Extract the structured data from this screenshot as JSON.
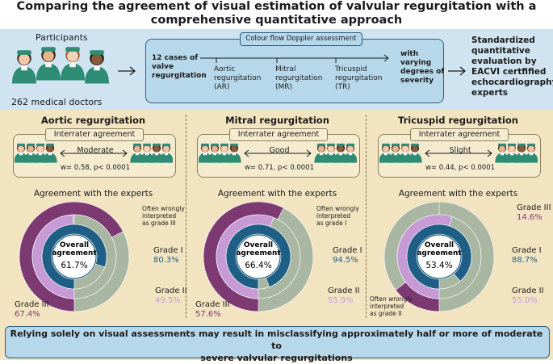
{
  "title": "Comparing the agreement of visual estimation of valvular regurgitation with a comprehensive quantitative approach",
  "participants": {
    "label": "Participants",
    "count": "262 medical doctors"
  },
  "doppler": {
    "title": "Colour flow Doppler assessment",
    "cases": [
      "12 cases of",
      "valve",
      "regurgitation"
    ],
    "types": [
      {
        "line1": "Aortic",
        "line2": "regurgitation",
        "line3": "(AR)"
      },
      {
        "line1": "Mitral",
        "line2": "regurgitation",
        "line3": "(MR)"
      },
      {
        "line1": "Tricuspid",
        "line2": "regurgitation",
        "line3": "(TR)"
      }
    ],
    "severity": [
      "with",
      "varying",
      "degrees of",
      "severity"
    ]
  },
  "standard": [
    "Standardized",
    "quantitative",
    "evaluation by",
    "EACVI certfified",
    "echocardiography",
    "experts"
  ],
  "sections": [
    {
      "title": "Aortic regurgitation",
      "inter_label": "Interrater agreement",
      "agreement": "Moderate",
      "stats": "w= 0.58, p< 0.0001",
      "experts_label": "Agreement with the experts",
      "overall_label": [
        "Overall",
        "agreement"
      ],
      "overall": "61.7%",
      "note": [
        "Often wrongly",
        "interpreted",
        "as grade III"
      ],
      "grades": [
        {
          "name": "Grade I",
          "value": "80.3%"
        },
        {
          "name": "Grade II",
          "value": "49.5%"
        },
        {
          "name": "Grade III",
          "value": "67.4%"
        }
      ]
    },
    {
      "title": "Mitral regurgitation",
      "inter_label": "Interrater agreement",
      "agreement": "Good",
      "stats": "w= 0.71, p< 0.0001",
      "experts_label": "Agreement with the experts",
      "overall_label": [
        "Overall",
        "agreement"
      ],
      "overall": "66.4%",
      "note": [
        "Often wrongly",
        "interpreted",
        "as grade I"
      ],
      "grades": [
        {
          "name": "Grade I",
          "value": "94.5%"
        },
        {
          "name": "Grade II",
          "value": "55.9%"
        },
        {
          "name": "Grade III",
          "value": "57.6%"
        }
      ]
    },
    {
      "title": "Tricuspid regurgitation",
      "inter_label": "Interrater agreement",
      "agreement": "Slight",
      "stats": "w= 0.44, p< 0.0001",
      "experts_label": "Agreement with the experts",
      "overall_label": [
        "Overall",
        "agreement"
      ],
      "overall": "53.4%",
      "note": [
        "Often wrongly",
        "interpreted",
        "as grade II"
      ],
      "grades": [
        {
          "name": "Grade III",
          "value": "14.6%"
        },
        {
          "name": "Grade I",
          "value": "88.7%"
        },
        {
          "name": "Grade II",
          "value": "55.0%"
        }
      ]
    }
  ],
  "conclusion": [
    "Relying solely on visual assessments may result in misclassifying approximately half or more of moderate to",
    "severe valvular regurgitations"
  ],
  "colors": {
    "blue": "#1f5f86",
    "purple": "#7d3a72",
    "lavender": "#c79ad6",
    "sage": "#a9b7a2",
    "teal": "#2f8c74"
  }
}
